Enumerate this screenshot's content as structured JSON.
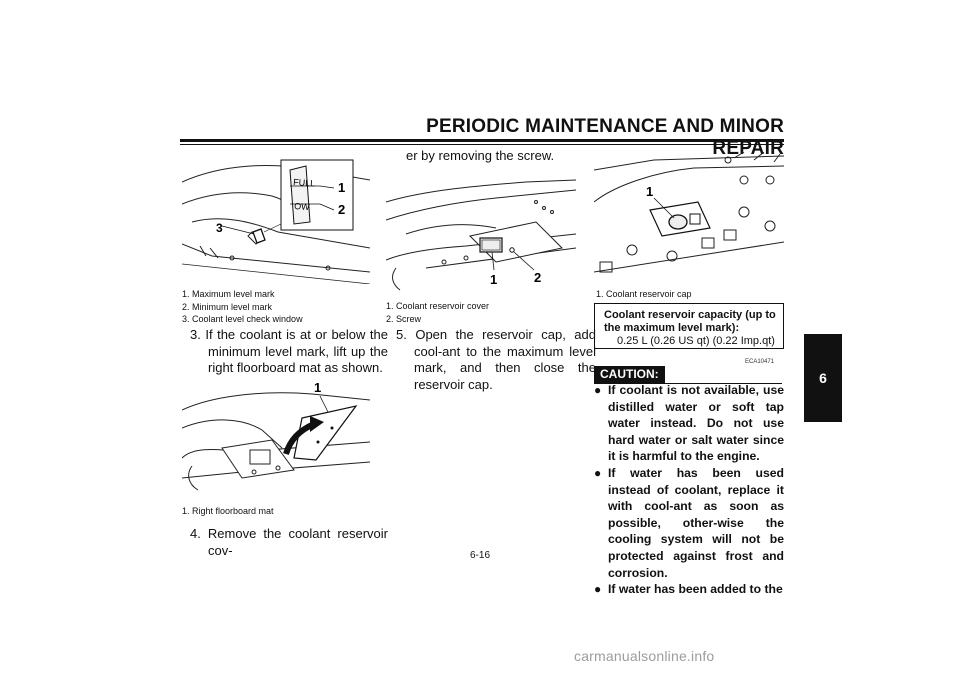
{
  "header": {
    "title": "PERIODIC MAINTENANCE AND MINOR REPAIR"
  },
  "side_tab": {
    "number": "6"
  },
  "figure1": {
    "callouts": [
      "1",
      "2",
      "3"
    ],
    "gauge_labels": {
      "full": "FULL",
      "low": "OW"
    },
    "captions": [
      "1. Maximum level mark",
      "2. Minimum level mark",
      "3. Coolant level check window"
    ]
  },
  "step3": {
    "text": "3. If the coolant is at or below the minimum level mark, lift up the right floorboard mat as shown."
  },
  "figure2": {
    "callouts": [
      "1"
    ],
    "captions": [
      "1. Right floorboard mat"
    ]
  },
  "step4": {
    "text": "4. Remove the coolant reservoir cov-",
    "continuation": "er by removing the screw."
  },
  "figure3": {
    "callouts": [
      "1",
      "2"
    ],
    "captions": [
      "1. Coolant reservoir cover",
      "2. Screw"
    ]
  },
  "step5": {
    "text": "5. Open the reservoir cap, add cool-ant to the maximum level mark, and then close the reservoir cap."
  },
  "figure4": {
    "callouts": [
      "1"
    ],
    "captions": [
      "1. Coolant reservoir cap"
    ]
  },
  "capacity_box": {
    "title": "Coolant reservoir capacity (up to the maximum level mark):",
    "value": "0.25 L (0.26 US qt) (0.22 Imp.qt)"
  },
  "caution": {
    "ref_code": "ECA10471",
    "label": "CAUTION:",
    "bullets": [
      "If coolant is not available, use distilled water or soft tap water instead. Do not use hard water or salt water since it is harmful to the engine.",
      "If water has been used instead of coolant, replace it with cool-ant as soon as possible, other-wise the cooling system will not be protected against frost and corrosion.",
      "If water has been added to the"
    ]
  },
  "footer": {
    "page_number": "6-16",
    "watermark": "carmanualsonline.info"
  }
}
